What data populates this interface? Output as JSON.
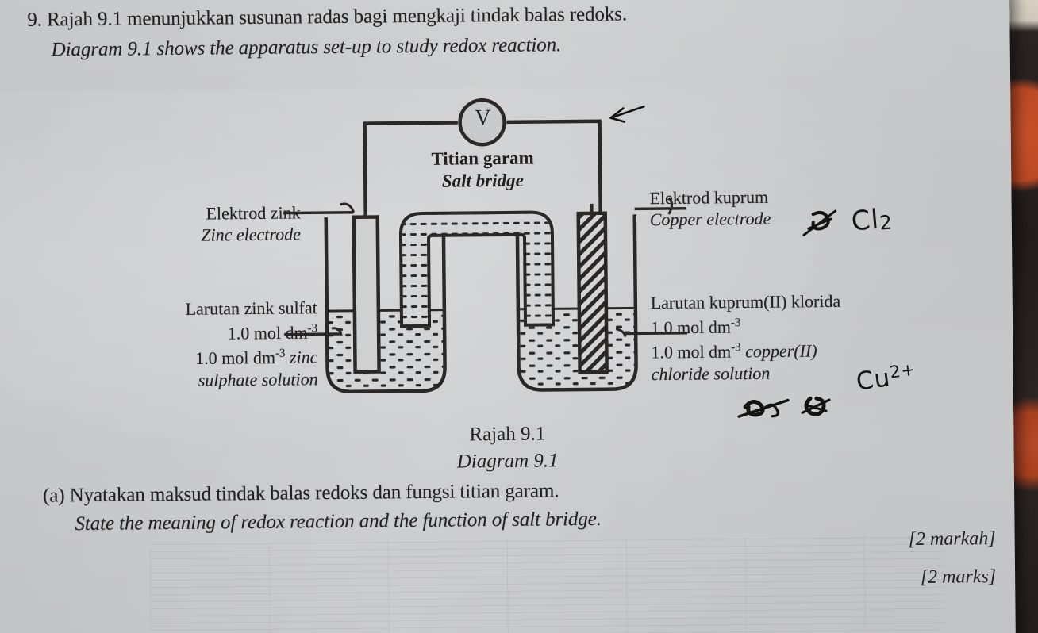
{
  "question": {
    "number": "9.",
    "malay": "9. Rajah 9.1 menunjukkan susunan radas bagi mengkaji tindak balas redoks.",
    "english": "Diagram 9.1 shows the apparatus set-up to study redox reaction."
  },
  "diagram": {
    "voltmeter_symbol": "V",
    "salt_bridge": {
      "malay": "Titian garam",
      "english": "Salt bridge"
    },
    "left_electrode": {
      "malay": "Elektrod zink",
      "english": "Zinc electrode"
    },
    "right_electrode": {
      "malay": "Elektrod kuprum",
      "english": "Copper electrode"
    },
    "left_solution": {
      "malay_line1": "Larutan zink sulfat",
      "malay_line2": "1.0 mol dm",
      "malay_sup": "-3",
      "english_line1": "1.0 mol dm",
      "english_sup": "-3",
      "english_line1_tail": " zinc",
      "english_line2": "sulphate solution"
    },
    "right_solution": {
      "malay_line1": "Larutan kuprum(II) klorida",
      "malay_line2": "1.0 mol dm",
      "malay_sup": "-3",
      "english_line1": "1.0 mol dm",
      "english_sup": "-3",
      "english_line1_tail": " copper(II)",
      "english_line2": "chloride solution"
    },
    "caption": {
      "malay": "Rajah 9.1",
      "english": "Diagram 9.1"
    }
  },
  "part_a": {
    "malay": "(a) Nyatakan maksud tindak balas redoks dan fungsi titian garam.",
    "english": "State the meaning of redox reaction and the function of salt bridge."
  },
  "marks": {
    "malay": "[2 markah]",
    "english": "[2 marks]"
  },
  "annotations": {
    "chlorine": "Cl",
    "chlorine_sub": "2",
    "copper_ion": "Cu",
    "copper_ion_sup": "2+"
  },
  "colors": {
    "paper": "#c7c8ca",
    "ink": "#23201f",
    "pen": "#15130f",
    "backdrop_orange": "#c8512a"
  }
}
